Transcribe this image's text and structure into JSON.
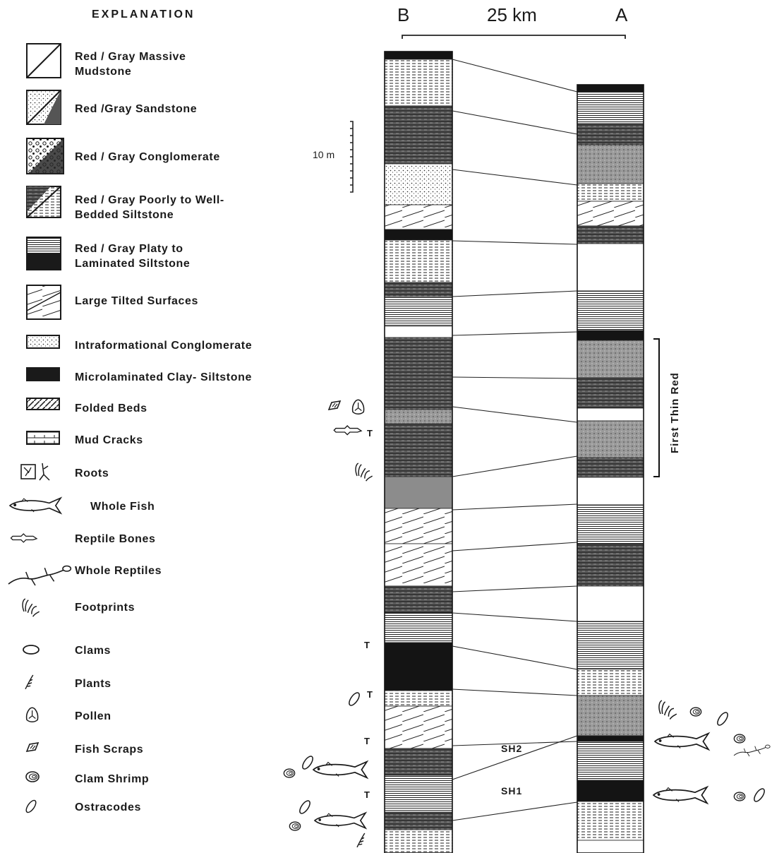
{
  "legend": {
    "title": "EXPLANATION",
    "items": [
      {
        "label": "Red / Gray Massive\nMudstone",
        "icon": "massive-mudstone-symbol"
      },
      {
        "label": "Red /Gray Sandstone",
        "icon": "sandstone-symbol"
      },
      {
        "label": "Red / Gray Conglomerate",
        "icon": "conglomerate-symbol"
      },
      {
        "label": "Red / Gray Poorly to Well-\nBedded Siltstone",
        "icon": "bedded-siltstone-symbol"
      },
      {
        "label": "Red / Gray Platy to\nLaminated Siltstone",
        "icon": "laminated-siltstone-symbol"
      },
      {
        "label": "Large Tilted Surfaces",
        "icon": "tilted-surfaces-symbol"
      },
      {
        "label": "Intraformational Conglomerate",
        "icon": "intraformational-conglomerate-symbol"
      },
      {
        "label": "Microlaminated Clay- Siltstone",
        "icon": "microlaminated-symbol"
      },
      {
        "label": "Folded Beds",
        "icon": "folded-beds-symbol"
      },
      {
        "label": "Mud Cracks",
        "icon": "mud-cracks-symbol"
      },
      {
        "label": "Roots",
        "icon": "roots-symbol"
      },
      {
        "label": "Whole Fish",
        "icon": "fish-icon"
      },
      {
        "label": "Reptile Bones",
        "icon": "reptile-bones-icon"
      },
      {
        "label": "Whole Reptiles",
        "icon": "reptile-icon"
      },
      {
        "label": "Footprints",
        "icon": "footprints-icon"
      },
      {
        "label": "Clams",
        "icon": "clam-icon"
      },
      {
        "label": "Plants",
        "icon": "plant-icon"
      },
      {
        "label": "Pollen",
        "icon": "pollen-icon"
      },
      {
        "label": "Fish Scraps",
        "icon": "fish-scraps-icon"
      },
      {
        "label": "Clam Shrimp",
        "icon": "clam-shrimp-icon"
      },
      {
        "label": "Ostracodes",
        "icon": "ostracode-icon"
      }
    ]
  },
  "section": {
    "left_label": "B",
    "right_label": "A",
    "distance": "25 km",
    "scale_bar": "10 m",
    "bracket_label": "First Thin Red",
    "markers": [
      "SH2",
      "SH1"
    ],
    "t_marker": "T"
  },
  "colors": {
    "ink": "#1a1a1a",
    "paper": "#ffffff",
    "gray_dark": "#3a3a3a",
    "gray_mid": "#8a8a8a",
    "gray_light": "#c8c8c8"
  }
}
